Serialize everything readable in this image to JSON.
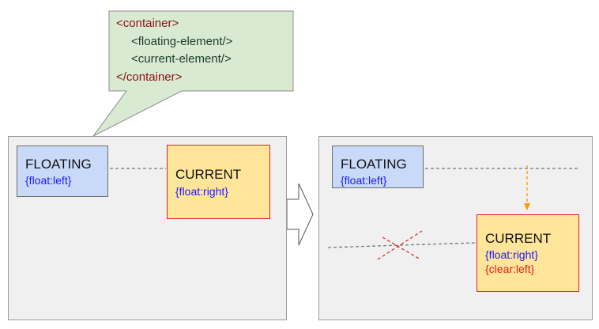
{
  "callout": {
    "line1": "<container>",
    "line2": "<floating-element/>",
    "line3": "<current-element/>",
    "line4": "</container>"
  },
  "left_panel": {
    "floating": {
      "title": "FLOATING",
      "rule": "{float:left}"
    },
    "current": {
      "title": "CURRENT",
      "rule": "{float:right}"
    }
  },
  "right_panel": {
    "floating": {
      "title": "FLOATING",
      "rule": "{float:left}"
    },
    "current": {
      "title": "CURRENT",
      "rule1": "{float:right}",
      "rule2": "{clear:left}"
    }
  },
  "colors": {
    "container_bg": "#f0f0f0",
    "floating_bg": "#c9daf8",
    "current_bg": "#ffe599",
    "current_border": "#e02020",
    "callout_bg": "#d9ead3",
    "dashed_line": "#777777",
    "orange_arrow": "#ff9900",
    "cross": "#e02020"
  }
}
